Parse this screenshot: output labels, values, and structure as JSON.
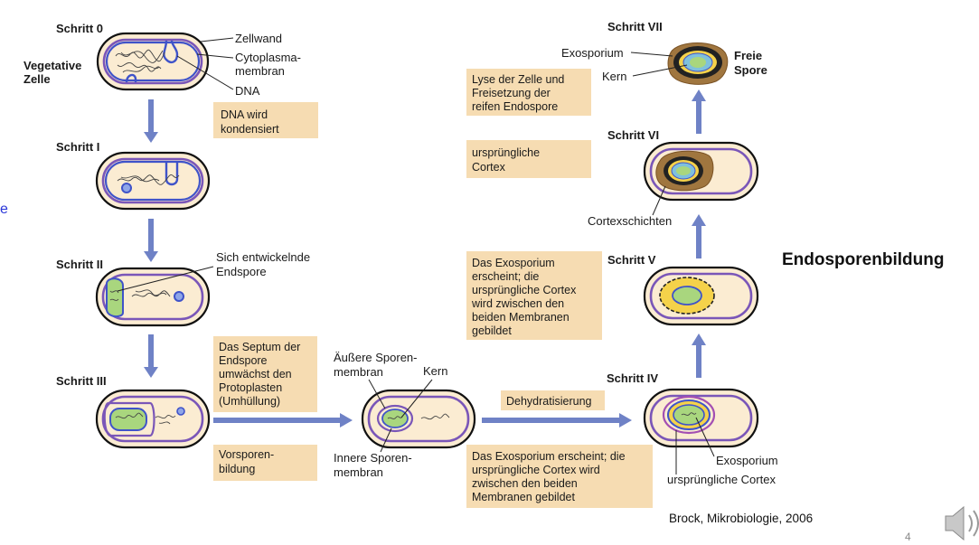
{
  "title": "Endosporenbildung",
  "citation": "Brock, Mikrobiologie, 2006",
  "slide_number": "4",
  "left_edge_fragment": "e",
  "speaker_icon": "speaker-icon",
  "steps": {
    "s0": "Schritt 0",
    "s1": "Schritt I",
    "s2": "Schritt II",
    "s3": "Schritt III",
    "s4": "Schritt IV",
    "s5": "Schritt V",
    "s6": "Schritt VI",
    "s7": "Schritt VII"
  },
  "labels": {
    "vegetative_line1": "Vegetative",
    "vegetative_line2": "Zelle",
    "zellwand": "Zellwand",
    "cyto_line1": "Cytoplasma-",
    "cyto_line2": "membran",
    "dna": "DNA",
    "sich_line1": "Sich entwickelnde",
    "sich_line2": "Endspore",
    "aeussere_line1": "Äußere Sporen-",
    "aeussere_line2": "membran",
    "kern": "Kern",
    "innere_line1": "Innere Sporen-",
    "innere_line2": "membran",
    "exosporium": "Exosporium",
    "urspr_cortex": "ursprüngliche Cortex",
    "cortexschichten": "Cortexschichten",
    "exosporium_top": "Exosporium",
    "kern_top": "Kern",
    "freie_line1": "Freie",
    "freie_line2": "Spore"
  },
  "boxes": {
    "dna_kond": [
      "DNA wird",
      "kondensiert"
    ],
    "septum": [
      "Das Septum der",
      "Endspore",
      "umwächst den",
      "Protoplasten",
      "(Umhüllung)"
    ],
    "vorsporen": [
      "Vorsporen-",
      "bildung"
    ],
    "dehydr": [
      "Dehydratisierung"
    ],
    "exo_bottom": [
      "Das Exosporium erscheint; die",
      "ursprüngliche Cortex wird",
      "zwischen den beiden",
      "Membranen gebildet"
    ],
    "exo_mid": [
      "Das Exosporium",
      "erscheint; die",
      "ursprüngliche Cortex",
      "wird zwischen den",
      "beiden Membranen",
      "gebildet"
    ],
    "urspr_cortex_box": [
      "ursprüngliche",
      "Cortex"
    ],
    "lyse": [
      "Lyse der Zelle und",
      "Freisetzung der",
      "reifen Endospore"
    ]
  }
}
